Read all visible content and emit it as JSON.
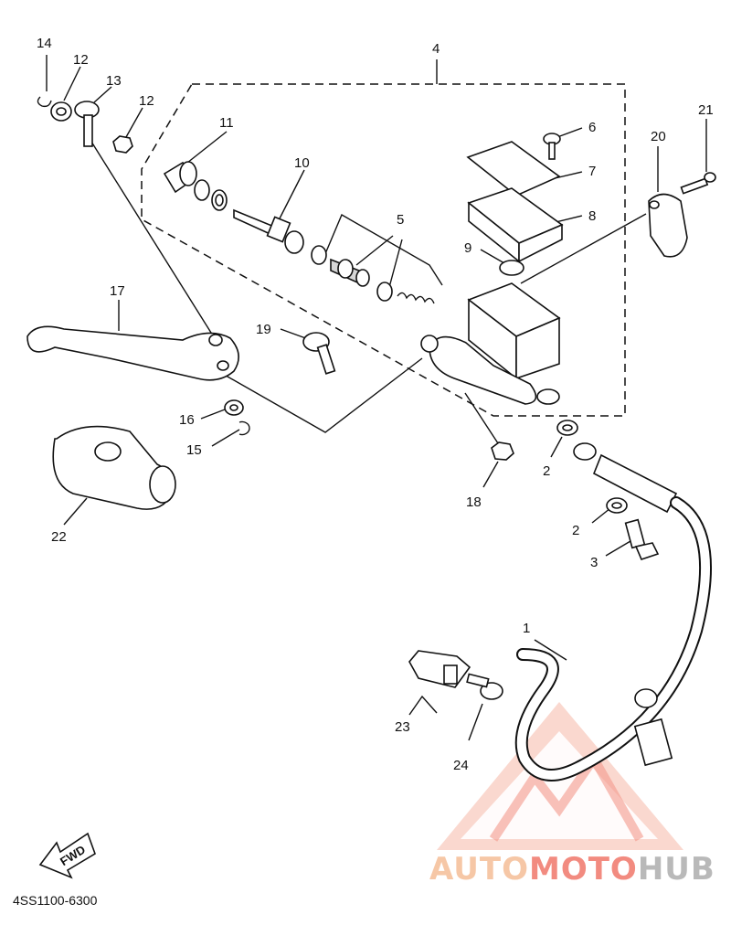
{
  "diagram": {
    "catalog_code": "4SS1100-6300",
    "direction_badge": "FWD",
    "callouts": [
      {
        "id": "1",
        "text": "1"
      },
      {
        "id": "2a",
        "text": "2"
      },
      {
        "id": "2b",
        "text": "2"
      },
      {
        "id": "3",
        "text": "3"
      },
      {
        "id": "4",
        "text": "4"
      },
      {
        "id": "5",
        "text": "5"
      },
      {
        "id": "6",
        "text": "6"
      },
      {
        "id": "7",
        "text": "7"
      },
      {
        "id": "8",
        "text": "8"
      },
      {
        "id": "9",
        "text": "9"
      },
      {
        "id": "10",
        "text": "10"
      },
      {
        "id": "11",
        "text": "11"
      },
      {
        "id": "12a",
        "text": "12"
      },
      {
        "id": "12b",
        "text": "12"
      },
      {
        "id": "13",
        "text": "13"
      },
      {
        "id": "14",
        "text": "14"
      },
      {
        "id": "15",
        "text": "15"
      },
      {
        "id": "16",
        "text": "16"
      },
      {
        "id": "17",
        "text": "17"
      },
      {
        "id": "18",
        "text": "18"
      },
      {
        "id": "19",
        "text": "19"
      },
      {
        "id": "20",
        "text": "20"
      },
      {
        "id": "21",
        "text": "21"
      },
      {
        "id": "22",
        "text": "22"
      },
      {
        "id": "23",
        "text": "23"
      },
      {
        "id": "24",
        "text": "24"
      }
    ]
  },
  "watermark": {
    "part1": "AUTO",
    "part2": "MOTO",
    "part3": "HUB",
    "color_light": "#f6c7a6",
    "color_mid": "#f28b80",
    "color_dark": "#b9b9b9"
  }
}
